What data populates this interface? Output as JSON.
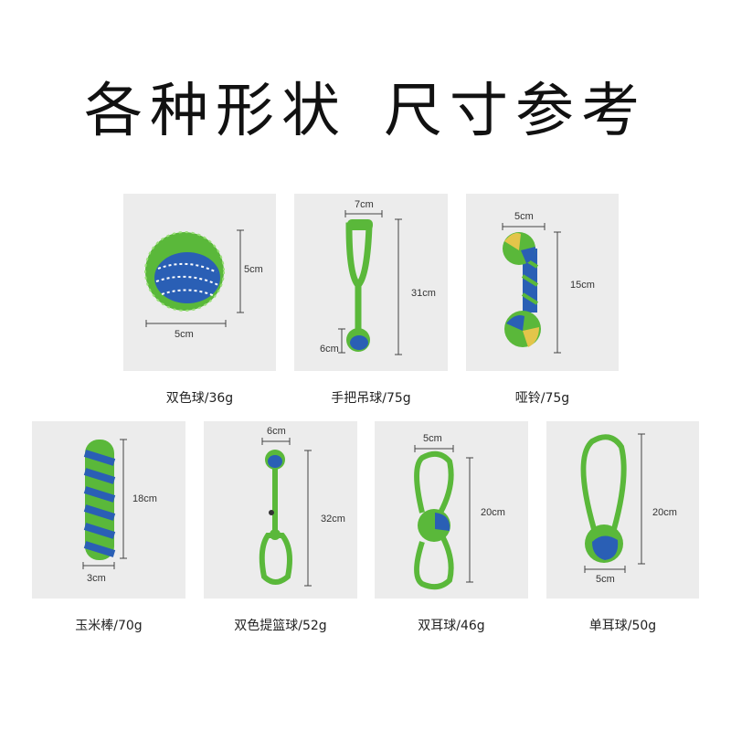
{
  "title": {
    "part1": "各种形状",
    "part2": "尺寸参考"
  },
  "colors": {
    "green": "#5ab83a",
    "blue": "#2a5fb5",
    "yellow": "#e3c54a",
    "card": "#ececec"
  },
  "products": [
    {
      "caption": "双色球/36g",
      "dims": [
        "5cm",
        "5cm"
      ]
    },
    {
      "caption": "手把吊球/75g",
      "dims": [
        "7cm",
        "31cm",
        "6cm"
      ]
    },
    {
      "caption": "哑铃/75g",
      "dims": [
        "5cm",
        "15cm"
      ]
    },
    {
      "caption": "玉米棒/70g",
      "dims": [
        "18cm",
        "3cm"
      ]
    },
    {
      "caption": "双色提篮球/52g",
      "dims": [
        "6cm",
        "32cm"
      ]
    },
    {
      "caption": "双耳球/46g",
      "dims": [
        "5cm",
        "20cm"
      ]
    },
    {
      "caption": "单耳球/50g",
      "dims": [
        "20cm",
        "5cm"
      ]
    }
  ]
}
